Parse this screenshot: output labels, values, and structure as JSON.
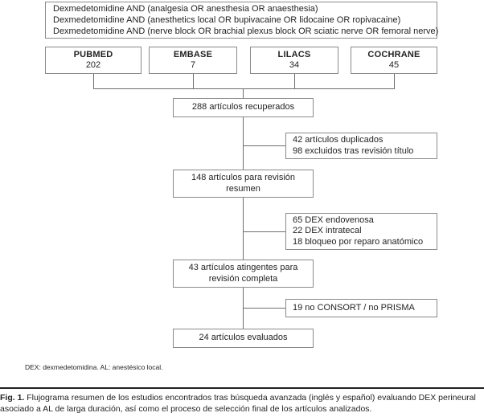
{
  "figure": {
    "query_box": {
      "lines": [
        "Dexmedetomidine AND (analgesia OR anesthesia OR anaesthesia)",
        "Dexmedetomidine AND (anesthetics local OR bupivacaine OR lidocaine OR ropivacaine)",
        "Dexmedetomidine AND (nerve block OR brachial plexus block OR sciatic nerve OR femoral nerve)"
      ]
    },
    "databases": [
      {
        "name": "PUBMED",
        "count": "202"
      },
      {
        "name": "EMBASE",
        "count": "7"
      },
      {
        "name": "LILACS",
        "count": "34"
      },
      {
        "name": "COCHRANE",
        "count": "45"
      }
    ],
    "flow": {
      "retrieved": {
        "lines": [
          "288 artículos recuperados"
        ]
      },
      "abstract_review": {
        "lines": [
          "148 artículos para revisión",
          "resumen"
        ]
      },
      "full_review": {
        "lines": [
          "43 artículos atingentes para",
          "revisión completa"
        ]
      },
      "evaluated": {
        "lines": [
          "24 artículos evaluados"
        ]
      }
    },
    "exclusions": {
      "after_title": {
        "lines": [
          "42 artículos duplicados",
          "98 excluidos tras revisión título"
        ]
      },
      "after_abstract": {
        "lines": [
          "65 DEX endovenosa",
          "22 DEX intratecal",
          "18 bloqueo por reparo anatómico"
        ]
      },
      "after_full": {
        "lines": [
          "19 no CONSORT / no PRISMA"
        ]
      }
    },
    "legend": "DEX: dexmedetomidina. AL: anestésico local.",
    "caption": {
      "label": "Fig. 1.",
      "text": "Flujograma resumen de los estudios encontrados tras búsqueda avanzada (inglés y español) evaluando DEX perineural asociado a AL de larga duración, así como el proceso de selección final de los artículos analizados."
    }
  }
}
